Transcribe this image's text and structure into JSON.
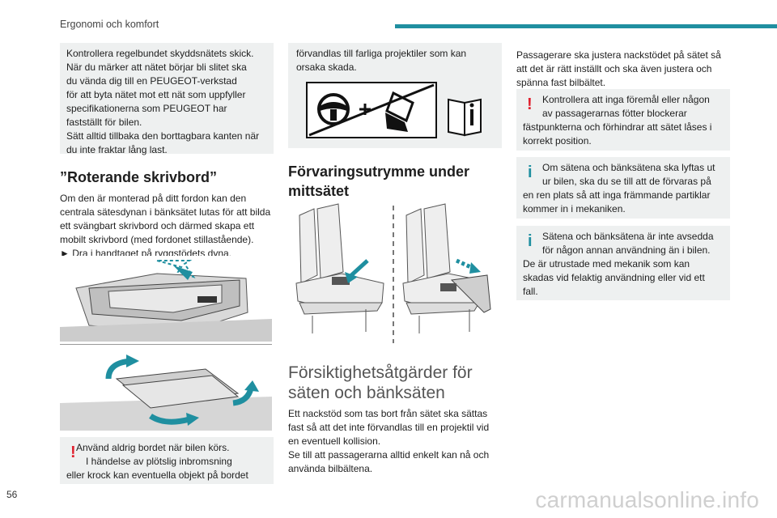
{
  "header": {
    "title": "Ergonomi och komfort"
  },
  "page_number": "56",
  "watermark": "carmanualsonline.info",
  "col1": {
    "box_top": {
      "lines": [
        "Kontrollera regelbundet skyddsnätets skick.",
        "När du märker att nätet börjar bli slitet ska",
        "du vända dig till en PEUGEOT-verkstad",
        "för att byta nätet mot ett nät som uppfyller",
        "specifikationerna som PEUGEOT har",
        "fastställt för bilen.",
        "Sätt alltid tillbaka den borttagbara kanten när",
        "du inte fraktar lång last."
      ]
    },
    "heading": "”Roterande skrivbord”",
    "body": [
      "Om den är monterad på ditt fordon kan den",
      "centrala sätesdynan i bänksätet lutas för att bilda",
      "ett svängbart skrivbord och därmed skapa ett",
      "mobilt skrivbord (med fordonet stillastående).",
      "► Dra i handtaget på ryggstödets dyna."
    ],
    "warning": [
      "Använd aldrig bordet när bilen körs.",
      "I händelse av plötslig inbromsning",
      "eller krock kan eventuella objekt på bordet"
    ],
    "warning_icon": "!"
  },
  "col2": {
    "box_top": [
      "förvandlas till farliga projektiler som kan",
      "orsaka skada."
    ],
    "heading": [
      "Förvaringsutrymme under",
      "mittsätet"
    ],
    "heading2": [
      "Försiktighetsåtgärder för",
      "säten och bänksäten"
    ],
    "body": [
      "Ett nackstöd som tas bort från sätet ska sättas",
      "fast så att det inte förvandlas till en projektil vid",
      "en eventuell kollision.",
      "Se till att passagerarna alltid enkelt kan nå och",
      "använda bilbältena."
    ]
  },
  "col3": {
    "body": [
      "Passagerare ska justera nackstödet på sätet så",
      "att det är rätt inställt och ska även justera och",
      "spänna fast bilbältet."
    ],
    "warning": [
      "Kontrollera att inga föremål eller någon",
      "av passagerarnas fötter blockerar",
      "fästpunkterna och förhindrar att sätet låses i",
      "korrekt position."
    ],
    "info1": [
      "Om sätena och bänksätena ska lyftas ut",
      "ur bilen, ska du se till att de förvaras på",
      "en ren plats så att inga främmande partiklar",
      "kommer in i mekaniken."
    ],
    "info2": [
      "Sätena och bänksätena är inte avsedda",
      "för någon annan användning än i bilen.",
      "De är utrustade med mekanik som kan",
      "skadas vid felaktig användning eller vid ett",
      "fall."
    ],
    "warning_icon": "!",
    "info_icon": "i"
  },
  "colors": {
    "accent": "#1f8fa0",
    "warning": "#e0202e",
    "box_bg": "#eef0f0",
    "arrow": "#1f8fa0"
  },
  "icons": [
    "steering-wheel-icon",
    "crossed-out-airbag-icon",
    "manual-book-icon",
    "seat-illustration",
    "desk-illustration"
  ]
}
